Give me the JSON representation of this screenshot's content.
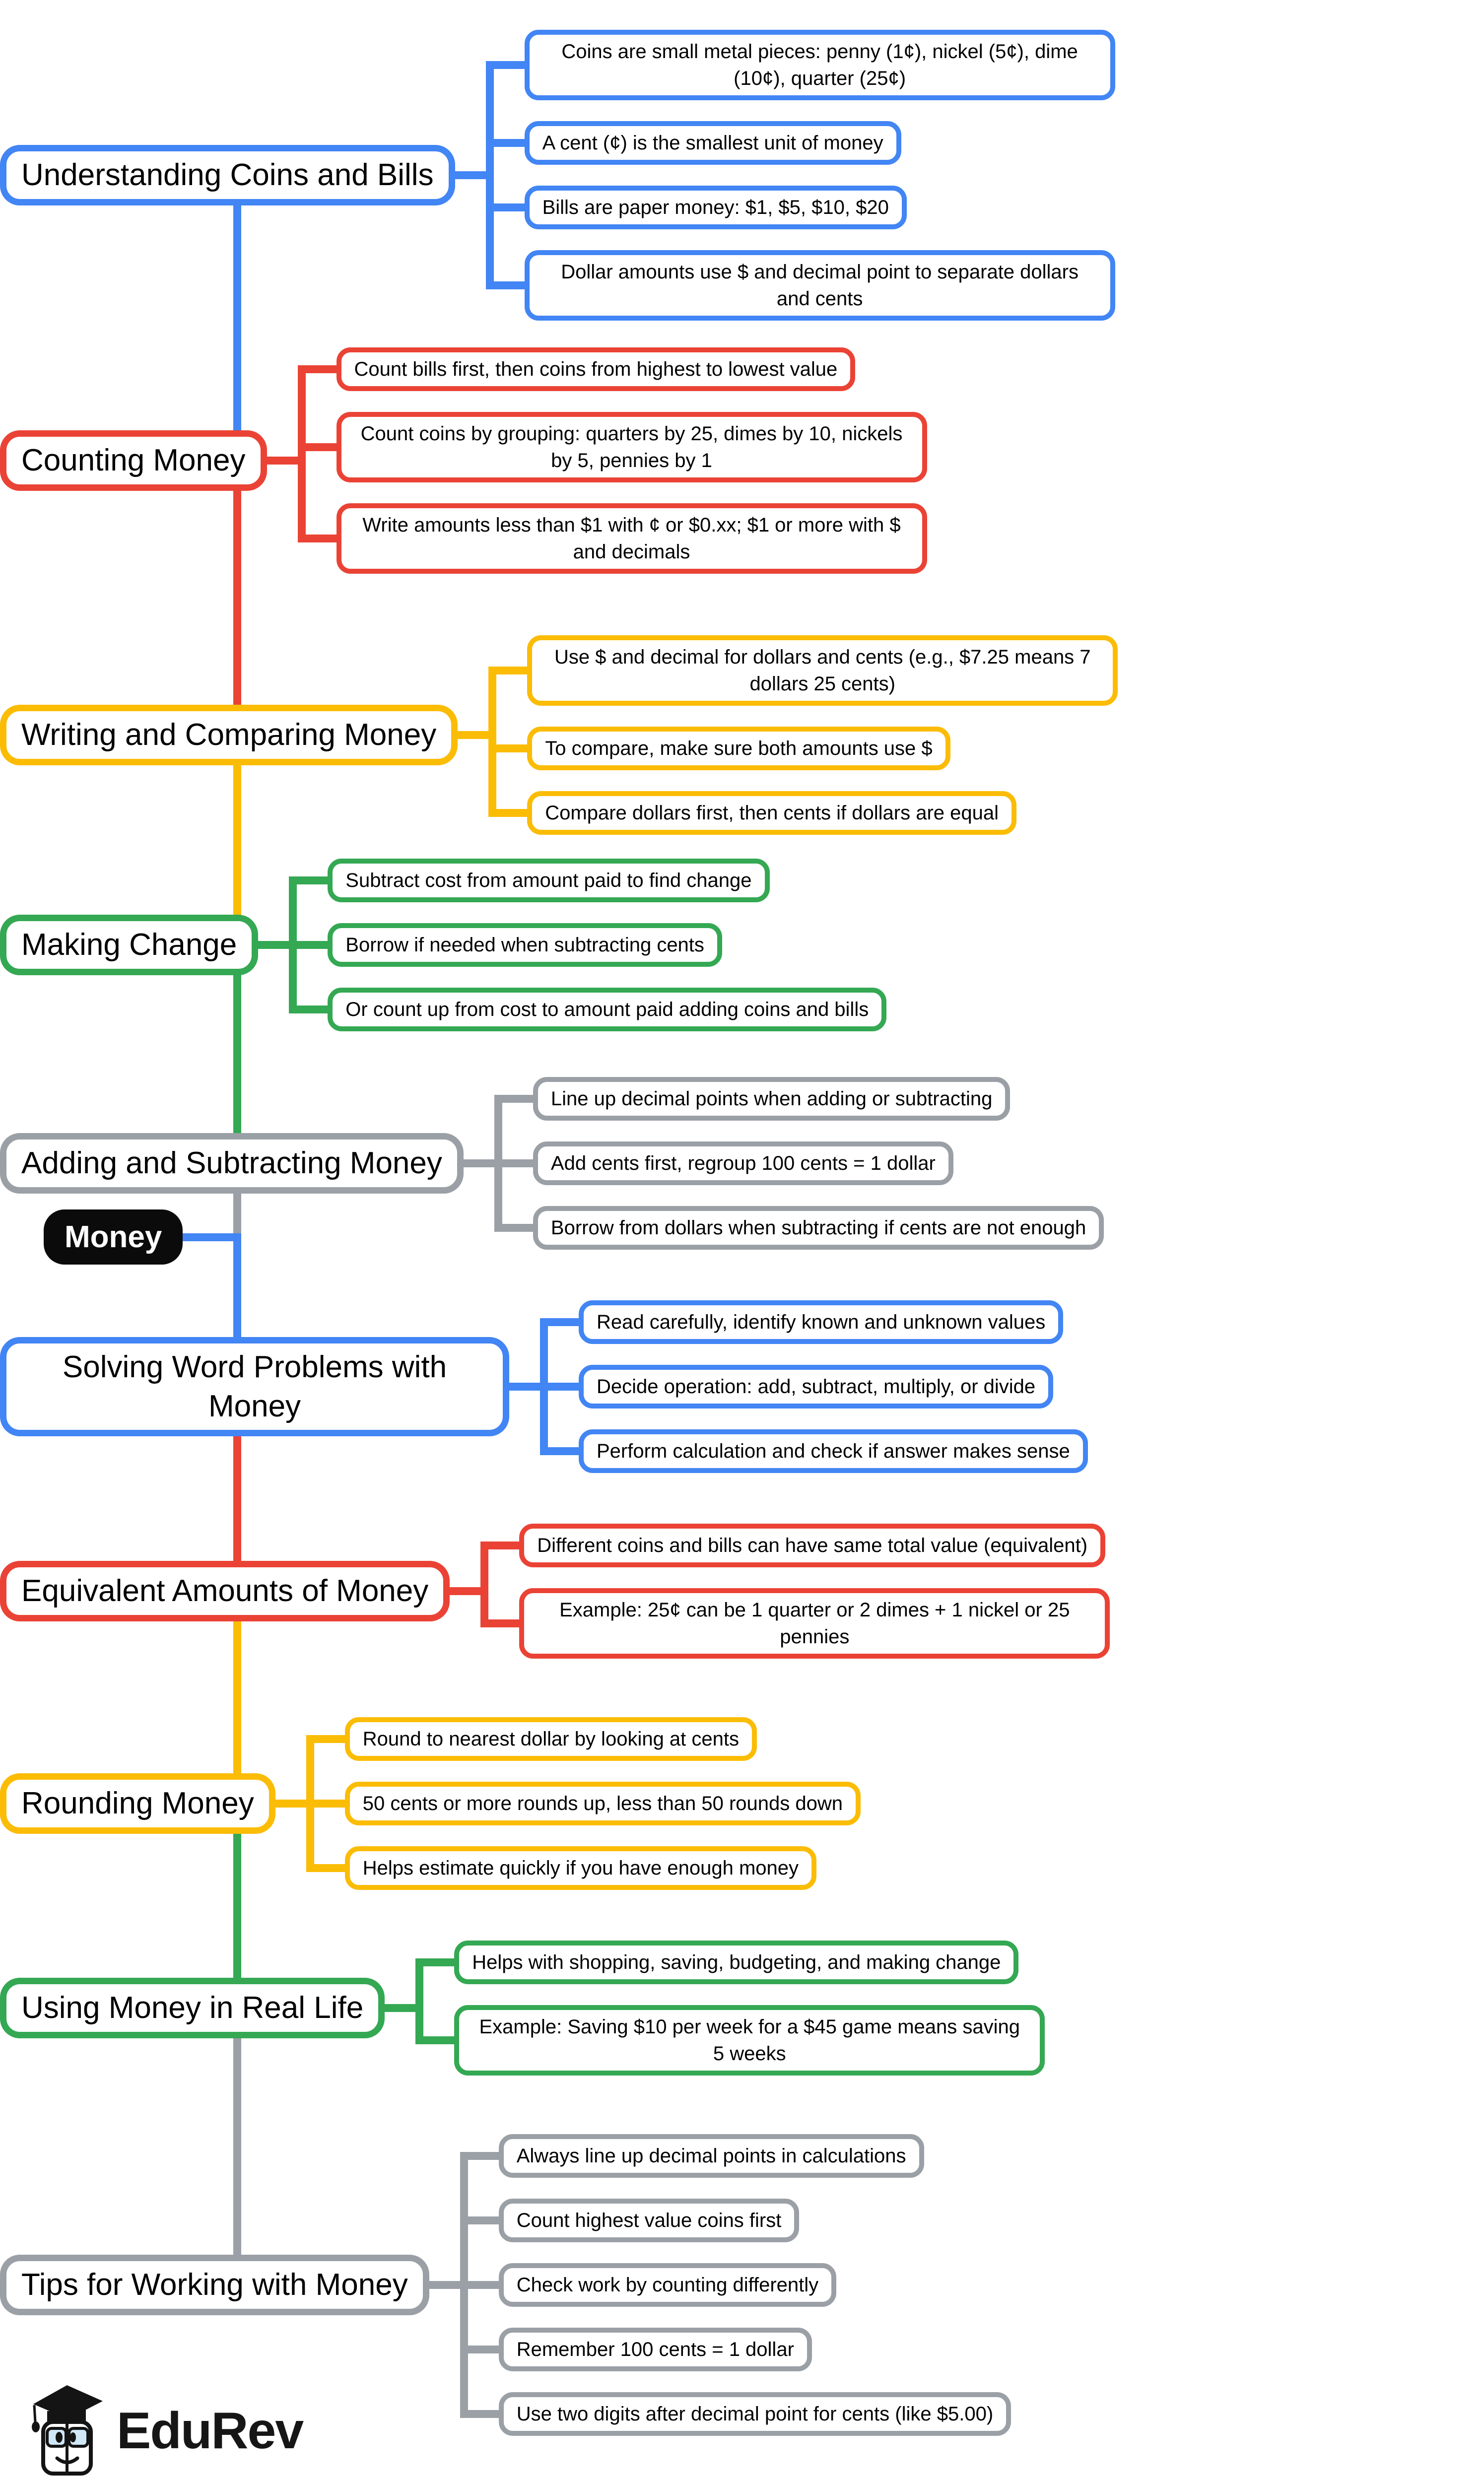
{
  "root": {
    "label": "Money"
  },
  "colors": {
    "blue": "#4285F4",
    "red": "#EA4335",
    "yellow": "#FBBC05",
    "green": "#34A853",
    "gray": "#9AA0A6",
    "root_bg": "#0b0b0b",
    "root_text": "#ffffff"
  },
  "branches": [
    {
      "label": "Understanding Coins and Bills",
      "color": "#4285F4",
      "leaves": [
        "Coins are small metal pieces: penny (1¢), nickel (5¢), dime (10¢), quarter (25¢)",
        "A cent (¢) is the smallest unit of money",
        "Bills are paper money: $1, $5, $10, $20",
        "Dollar amounts use $ and decimal point to separate dollars and cents"
      ]
    },
    {
      "label": "Counting Money",
      "color": "#EA4335",
      "leaves": [
        "Count bills first, then coins from highest to lowest value",
        "Count coins by grouping: quarters by 25, dimes by 10, nickels by 5, pennies by 1",
        "Write amounts less than $1 with ¢ or $0.xx; $1 or more with $ and decimals"
      ]
    },
    {
      "label": "Writing and Comparing Money",
      "color": "#FBBC05",
      "leaves": [
        "Use $ and decimal for dollars and cents (e.g., $7.25 means 7 dollars 25 cents)",
        "To compare, make sure both amounts use $",
        "Compare dollars first, then cents if dollars are equal"
      ]
    },
    {
      "label": "Making Change",
      "color": "#34A853",
      "leaves": [
        "Subtract cost from amount paid to find change",
        "Borrow if needed when subtracting cents",
        "Or count up from cost to amount paid adding coins and bills"
      ]
    },
    {
      "label": "Adding and Subtracting Money",
      "color": "#9AA0A6",
      "leaves": [
        "Line up decimal points when adding or subtracting",
        "Add cents first, regroup 100 cents = 1 dollar",
        "Borrow from dollars when subtracting if cents are not enough"
      ]
    },
    {
      "label": "Solving Word Problems with Money",
      "color": "#4285F4",
      "leaves": [
        "Read carefully, identify known and unknown values",
        "Decide operation: add, subtract, multiply, or divide",
        "Perform calculation and check if answer makes sense"
      ]
    },
    {
      "label": "Equivalent Amounts of Money",
      "color": "#EA4335",
      "leaves": [
        "Different coins and bills can have same total value (equivalent)",
        "Example: 25¢ can be 1 quarter or 2 dimes + 1 nickel or 25 pennies"
      ]
    },
    {
      "label": "Rounding Money",
      "color": "#FBBC05",
      "leaves": [
        "Round to nearest dollar by looking at cents",
        "50 cents or more rounds up, less than 50 rounds down",
        "Helps estimate quickly if you have enough money"
      ]
    },
    {
      "label": "Using Money in Real Life",
      "color": "#34A853",
      "leaves": [
        "Helps with shopping, saving, budgeting, and making change",
        "Example: Saving $10 per week for a $45 game means saving 5 weeks"
      ]
    },
    {
      "label": "Tips for Working with Money",
      "color": "#9AA0A6",
      "leaves": [
        "Always line up decimal points in calculations",
        "Count highest value coins first",
        "Check work by counting differently",
        "Remember 100 cents = 1 dollar",
        "Use two digits after decimal point for cents (like $5.00)"
      ]
    }
  ],
  "logo": {
    "text": "EduRev"
  }
}
